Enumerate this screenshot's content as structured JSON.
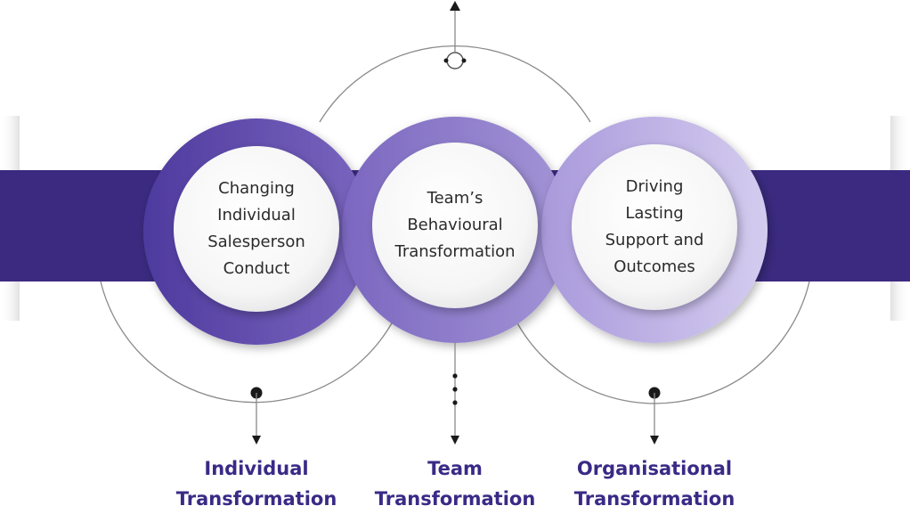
{
  "circles": [
    {
      "lines": [
        "Changing",
        "Individual",
        "Salesperson",
        "Conduct"
      ]
    },
    {
      "lines": [
        "Team’s",
        "Behavioural",
        "Transformation"
      ]
    },
    {
      "lines": [
        "Driving",
        "Lasting",
        "Support and",
        "Outcomes"
      ]
    }
  ],
  "labels": [
    {
      "lines": [
        "Individual",
        "Transformation"
      ]
    },
    {
      "lines": [
        "Team",
        "Transformation"
      ]
    },
    {
      "lines": [
        "Organisational",
        "Transformation"
      ]
    }
  ],
  "colors": {
    "band": "#3b2a80",
    "label": "#3a2a86",
    "ring1_start": "#4e3a9e",
    "ring1_end": "#7a66bf",
    "ring2_start": "#7b67c0",
    "ring2_end": "#a394d6",
    "ring3_start": "#a999db",
    "ring3_end": "#d4ccef",
    "connector": "#8a8a8a"
  }
}
